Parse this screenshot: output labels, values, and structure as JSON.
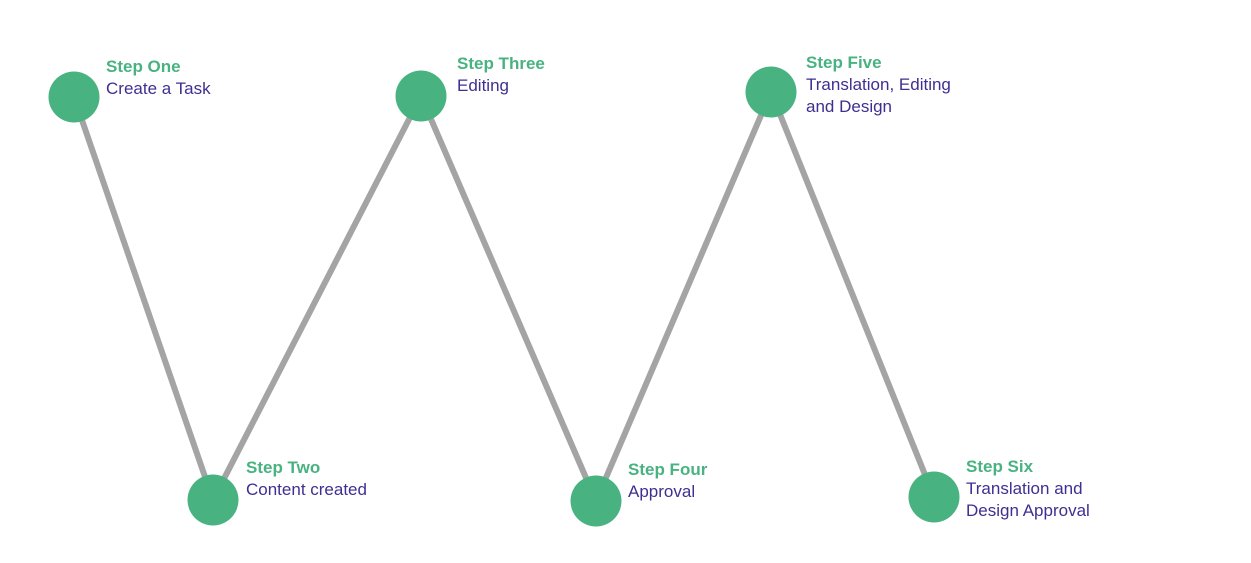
{
  "colors": {
    "node": "#48b381",
    "connector": "#a4a4a4",
    "title": "#48b381",
    "description": "#3e2f91"
  },
  "steps": [
    {
      "title": "Step One",
      "description": "Create a Task"
    },
    {
      "title": "Step Two",
      "description": "Content created"
    },
    {
      "title": "Step Three",
      "description": "Editing"
    },
    {
      "title": "Step Four",
      "description": "Approval"
    },
    {
      "title": "Step Five",
      "description": "Translation, Editing\nand Design"
    },
    {
      "title": "Step Six",
      "description": "Translation and\nDesign Approval"
    }
  ]
}
